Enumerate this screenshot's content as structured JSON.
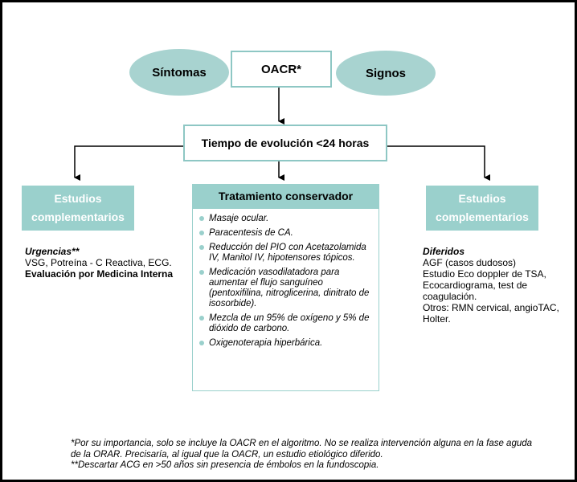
{
  "top": {
    "left_ellipse": "Síntomas",
    "center_box": "OACR*",
    "right_ellipse": "Signos"
  },
  "evolution_box": "Tiempo de evolución <24 horas",
  "left_box": {
    "line1": "Estudios",
    "line2": "complementarios"
  },
  "right_box": {
    "line1": "Estudios",
    "line2": "complementarios"
  },
  "treatment": {
    "title": "Tratamiento conservador",
    "items": [
      "Masaje ocular.",
      "Paracentesis de CA.",
      "Reducción del PIO con Acetazolamida IV, Manitol IV, hipotensores tópicos.",
      "Medicación vasodilatadora para aumentar el flujo sanguíneo (pentoxifilina, nitroglicerina, dinitrato de isosorbide).",
      "Mezcla de un 95% de oxígeno y 5% de dióxido de carbono.",
      "Oxigenoterapia hiperbárica."
    ]
  },
  "left_text": {
    "heading": "Urgencias**",
    "line1": "VSG, Potreína - C Reactiva, ECG.",
    "line2": "Evaluación por Medicina Interna"
  },
  "right_text": {
    "heading": "Diferidos",
    "line1": "AGF (casos dudosos)",
    "line2": "Estudio Eco doppler de TSA, Ecocardiograma, test de coagulación.",
    "line3": "Otros: RMN cervical, angioTAC, Holter."
  },
  "footnotes": {
    "note1": "*Por su importancia, solo se incluye la OACR en el algoritmo. No se realiza intervención alguna en la fase aguda de la ORAR. Precisaría, al igual que la OACR, un estudio etiológico diferido.",
    "note2": "**Descartar ACG en >50 años sin presencia de émbolos en la fundoscopia."
  },
  "colors": {
    "teal": "#9ad0cc",
    "ellipse": "#a8d3d0",
    "outline": "#8ec7c4"
  }
}
